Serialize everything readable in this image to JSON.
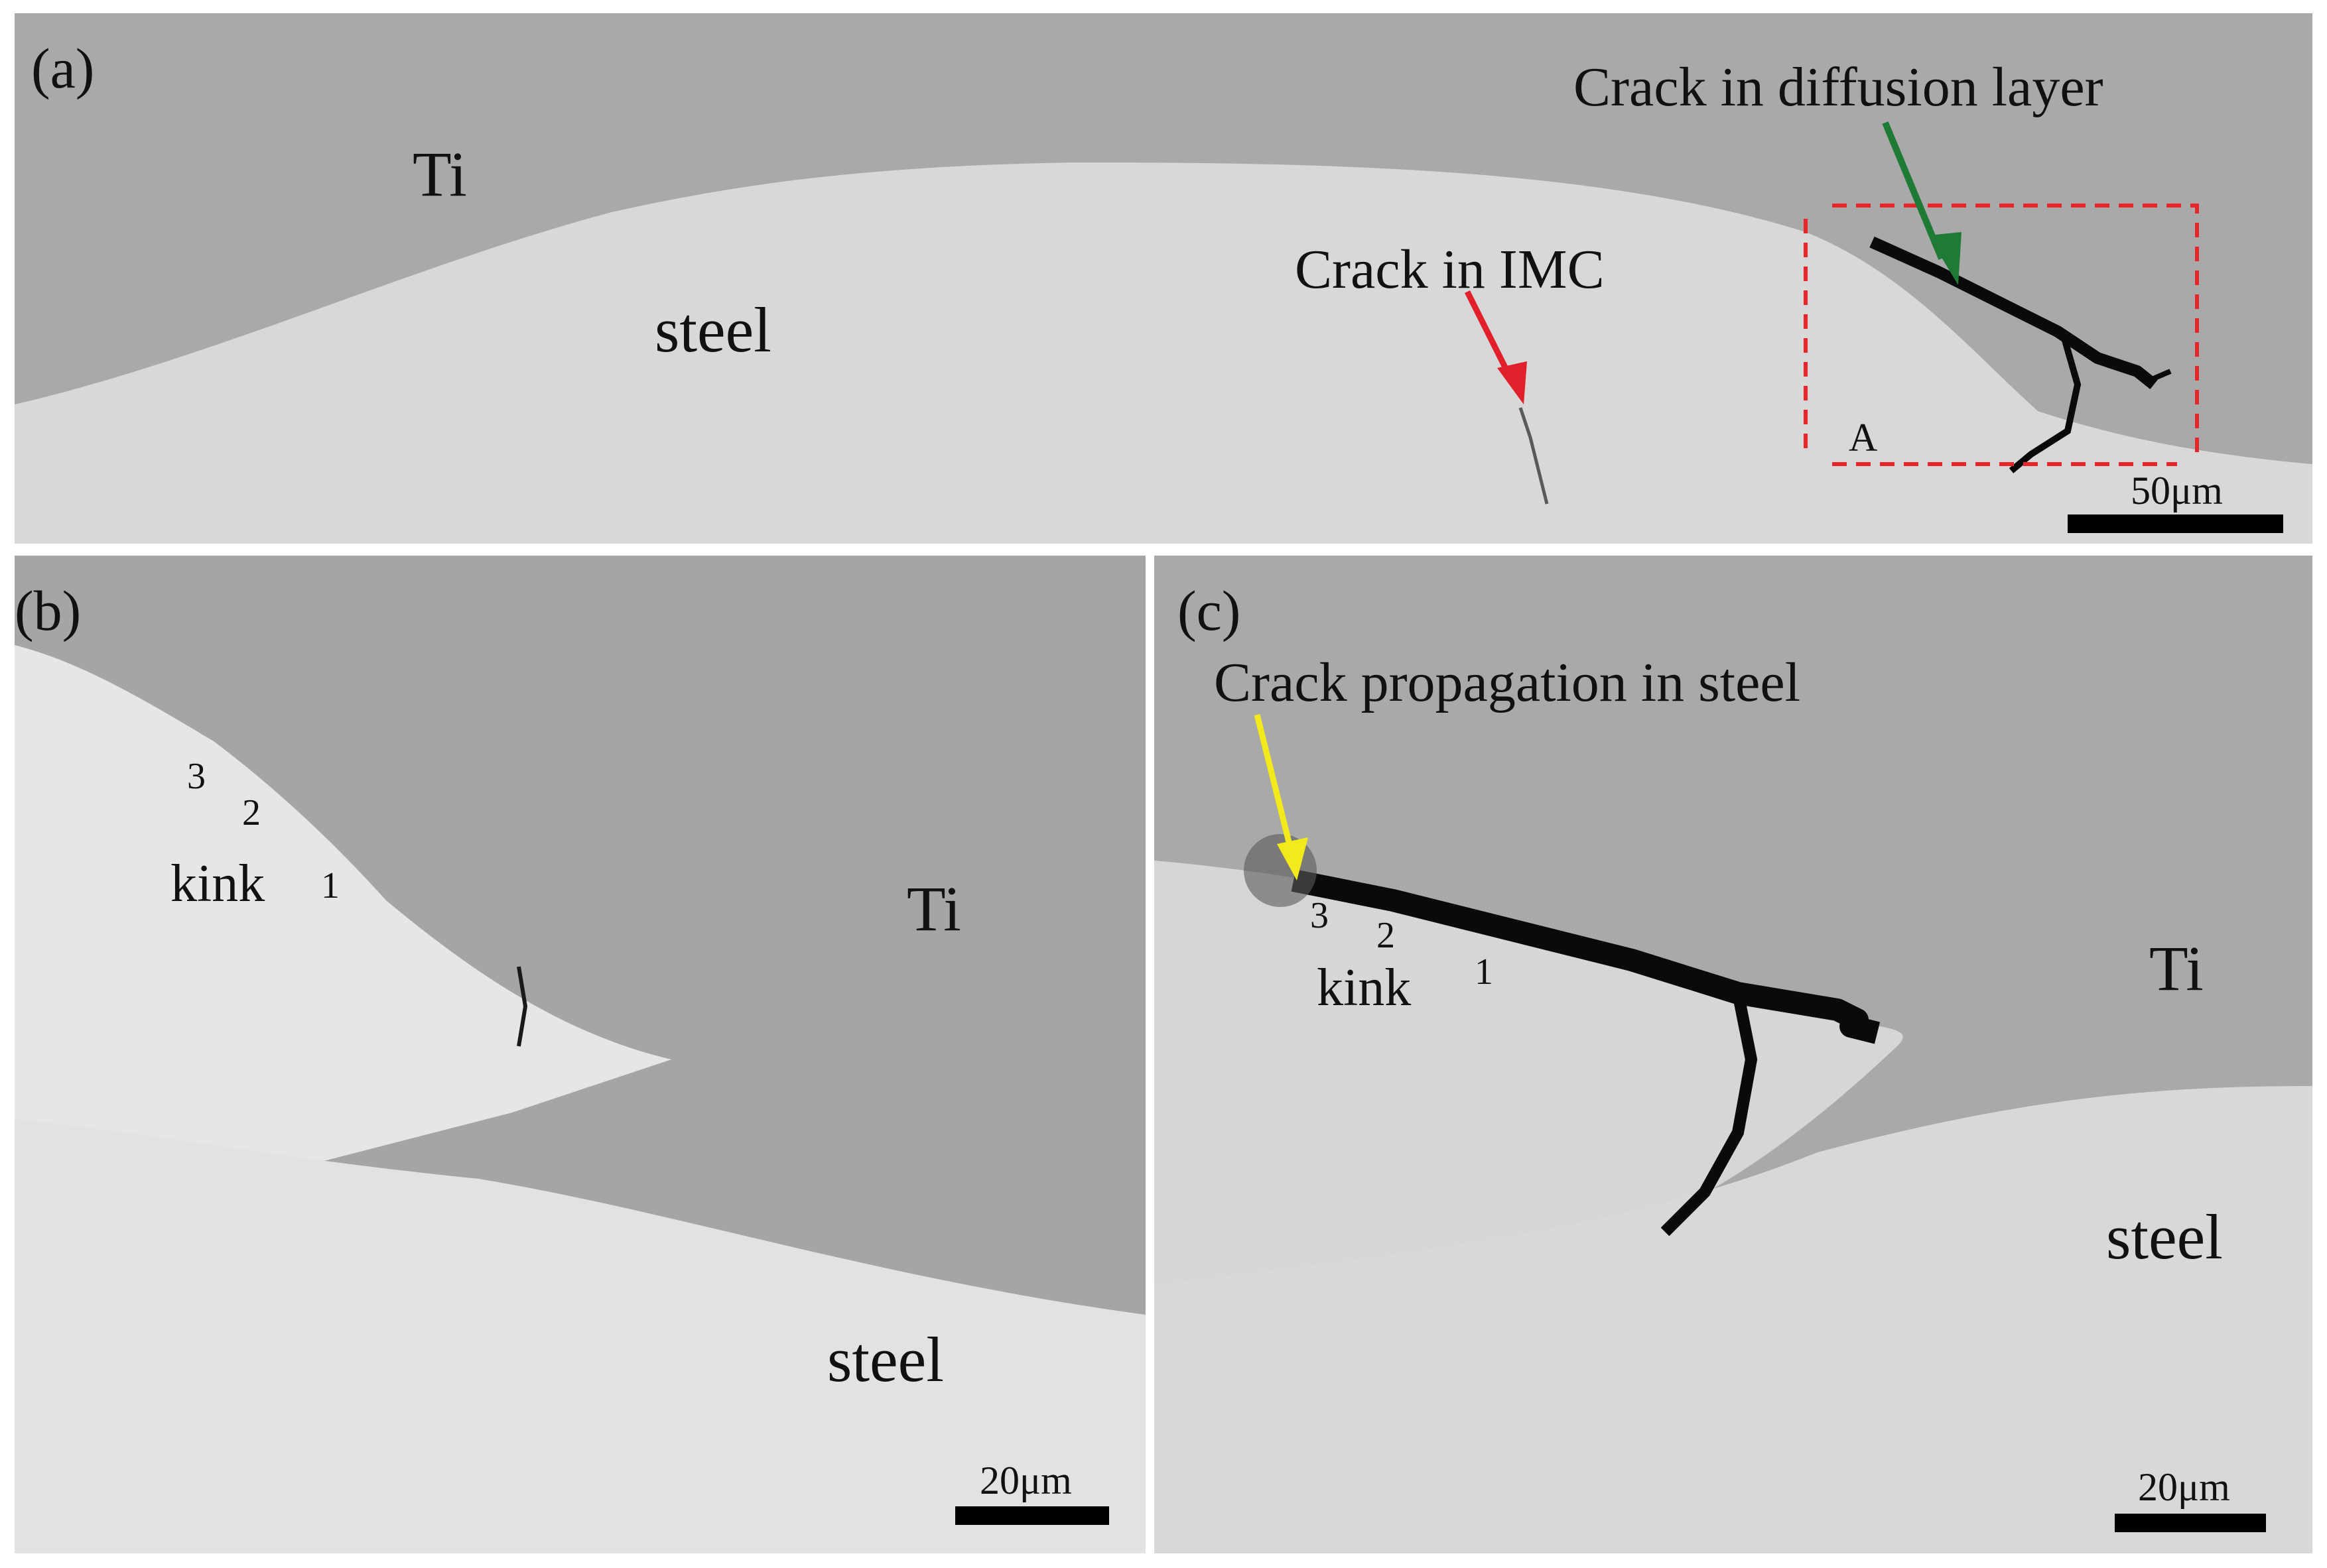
{
  "panels": {
    "a": {
      "letter": "(a)",
      "ti": "Ti",
      "steel": "steel",
      "crack_diffusion": "Crack in diffusion layer",
      "crack_imc": "Crack in IMC",
      "box_label": "A",
      "scale": "50μm"
    },
    "b": {
      "letter": "(b)",
      "ti": "Ti",
      "steel": "steel",
      "kink": "kink",
      "n1": "1",
      "n2": "2",
      "n3": "3",
      "scale": "20μm"
    },
    "c": {
      "letter": "(c)",
      "ti": "Ti",
      "steel": "steel",
      "crack_propagation": "Crack propagation in steel",
      "kink": "kink",
      "n1": "1",
      "n2": "2",
      "n3": "3",
      "scale": "20μm"
    }
  },
  "colors": {
    "ti_phase": "#a9a9a9",
    "steel_phase": "#d8d8d8",
    "crack": "#0a0a0a",
    "arrow_green": "#1e7a34",
    "arrow_red": "#e0202a",
    "arrow_yellow": "#f2ea1a",
    "box_red": "#e8262a"
  }
}
